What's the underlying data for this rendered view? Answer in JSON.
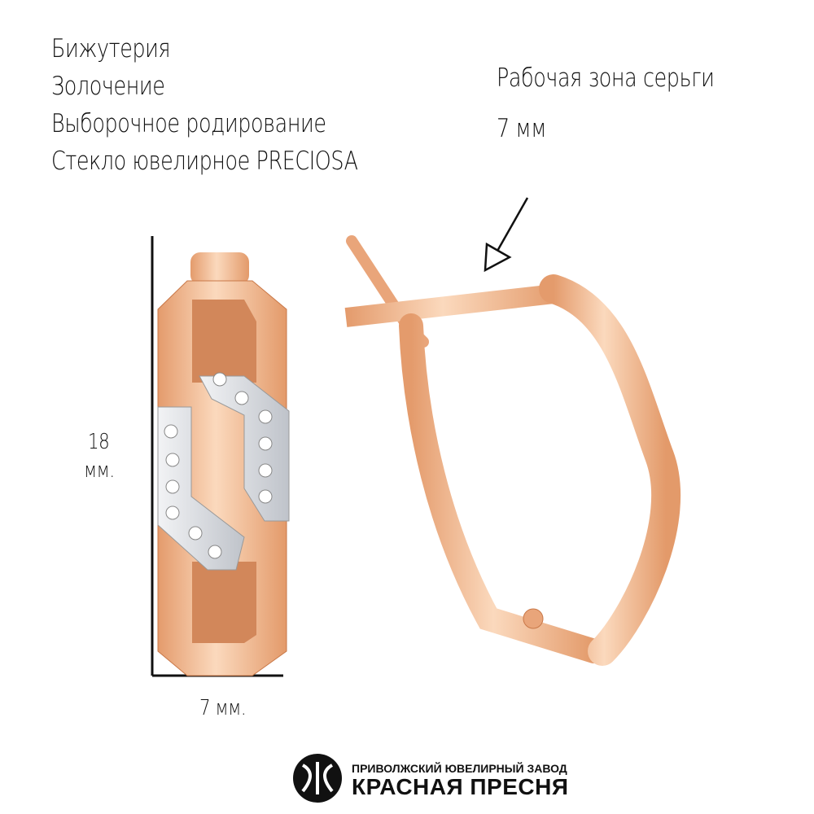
{
  "specs": [
    "Бижутерия",
    "Золочение",
    "Выборочное родирование",
    "Стекло ювелирное PRECIOSA"
  ],
  "work_zone": {
    "label": "Рабочая зона серьги",
    "value": "7 мм"
  },
  "height_dim": {
    "value": "18",
    "unit": "мм."
  },
  "width_dim": "7 мм.",
  "brand": {
    "top": "ПРИВОЛЖСКИЙ ЮВЕЛИРНЫЙ ЗАВОД",
    "name": "КРАСНАЯ ПРЕСНЯ"
  },
  "colors": {
    "gold": "#e9a57a",
    "gold_light": "#f8d6b8",
    "gold_dark": "#c97848",
    "rhodium": "#d8dbe0"
  }
}
